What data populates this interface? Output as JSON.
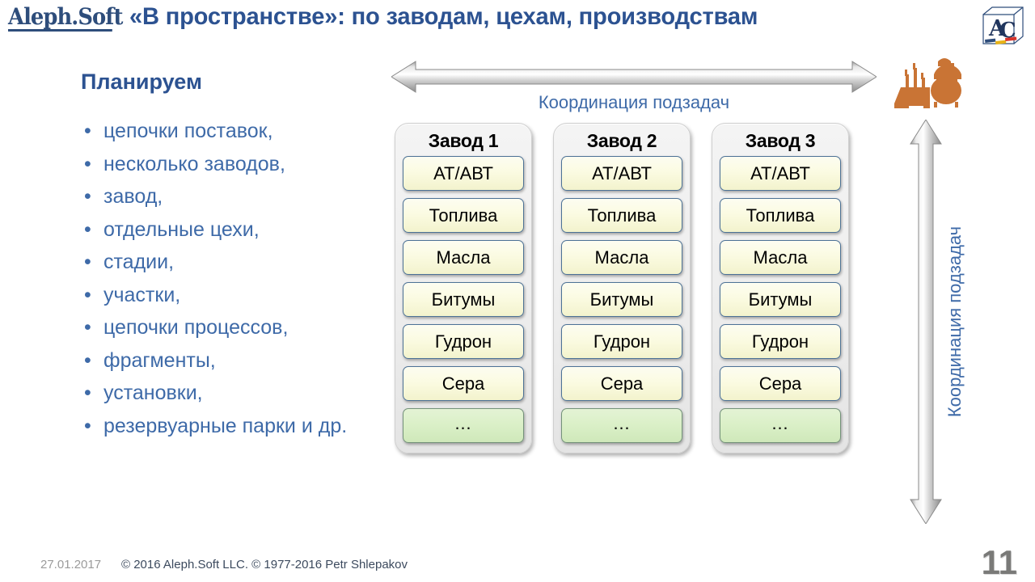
{
  "brand": {
    "name": "Aleph.Soft"
  },
  "header": {
    "title": "«В пространстве»: по заводам, цехам, производствам",
    "logo_icon": "cube-ac-logo-icon",
    "refinery_icon": "refinery-plant-icon"
  },
  "left_panel": {
    "lead": "Планируем",
    "bullets": [
      "цепочки поставок,",
      "несколько заводов,",
      "завод,",
      "отдельные цехи,",
      "стадии,",
      "участки,",
      "цепочки процессов,",
      "фрагменты,",
      "установки,",
      "резервуарные парки и др."
    ]
  },
  "arrows": {
    "horizontal": {
      "label": "Координация подзадач",
      "icon": "double-headed-horizontal-arrow-icon"
    },
    "vertical": {
      "label": "Координация подзадач",
      "icon": "double-headed-vertical-arrow-icon"
    }
  },
  "cards": [
    {
      "title": "Завод 1",
      "items": [
        "АТ/АВТ",
        "Топлива",
        "Масла",
        "Битумы",
        "Гудрон",
        "Сера"
      ],
      "more": "…"
    },
    {
      "title": "Завод 2",
      "items": [
        "АТ/АВТ",
        "Топлива",
        "Масла",
        "Битумы",
        "Гудрон",
        "Сера"
      ],
      "more": "…"
    },
    {
      "title": "Завод 3",
      "items": [
        "АТ/АВТ",
        "Топлива",
        "Масла",
        "Битумы",
        "Гудрон",
        "Сера"
      ],
      "more": "…"
    }
  ],
  "footer": {
    "date": "27.01.2017",
    "copyright": "© 2016 Aleph.Soft LLC.  © 1977-2016 Petr Shlepakov",
    "page_number": "11"
  },
  "colors": {
    "title_blue": "#2C5291",
    "bullet_blue": "#3E6AA8",
    "brand_navy": "#2E4D7B",
    "item_fill": "#FBFBE2",
    "item_border": "#4D7296",
    "more_fill": "#DBF0C8",
    "card_fill": "#EDEDED",
    "refinery_orange": "#C97435",
    "page_gray": "#7A7A78"
  }
}
